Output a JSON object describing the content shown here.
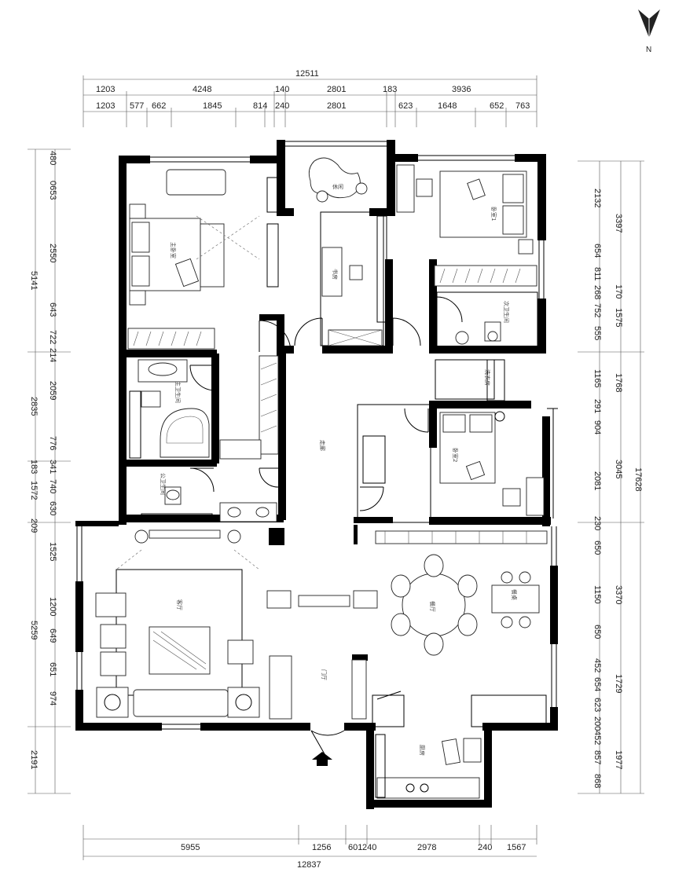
{
  "north_arrow": {
    "label": "N"
  },
  "dimensions": {
    "top_total": "12511",
    "top_row1": [
      "1203",
      "4248",
      "140",
      "2801",
      "183",
      "3936"
    ],
    "top_row2": [
      "1203",
      "577",
      "662",
      "1845",
      "814",
      "240",
      "2801",
      "623",
      "1648",
      "652",
      "763"
    ],
    "left_col1": [
      "5141",
      "2835",
      "183",
      "1572",
      "209",
      "5259",
      "2191"
    ],
    "left_col2": [
      "480",
      "0653",
      "2550",
      "643",
      "722",
      "214",
      "2059",
      "776",
      "341",
      "740",
      "630",
      "1525",
      "1200",
      "649",
      "651",
      "974"
    ],
    "right_col1": [
      "2132",
      "654",
      "811",
      "268",
      "752",
      "555",
      "1165",
      "291",
      "904",
      "2081",
      "230",
      "650",
      "1150",
      "650",
      "452",
      "654",
      "623",
      "200",
      "452",
      "857",
      "868"
    ],
    "right_col2": [
      "3397",
      "170",
      "1575",
      "1768",
      "3045",
      "3370",
      "1729",
      "1977"
    ],
    "right_total": "17628",
    "bottom_row": [
      "5955",
      "1256",
      "601",
      "240",
      "2978",
      "240",
      "1567"
    ],
    "bottom_total": "12837"
  },
  "rooms": {
    "master_bedroom": "主卧室",
    "study_upper": "休闲",
    "study": "书房",
    "bedroom2": "卧室1",
    "master_bath": "主卫生间",
    "guest_bath": "公卫生间",
    "laundry": "洗衣房",
    "bath2": "次卫生间",
    "bedroom3": "卧室2",
    "corridor": "走廊",
    "living": "客厅",
    "hall": "门厅",
    "dining": "餐厅",
    "dining_table": "餐桌",
    "kitchen": "厨房"
  }
}
